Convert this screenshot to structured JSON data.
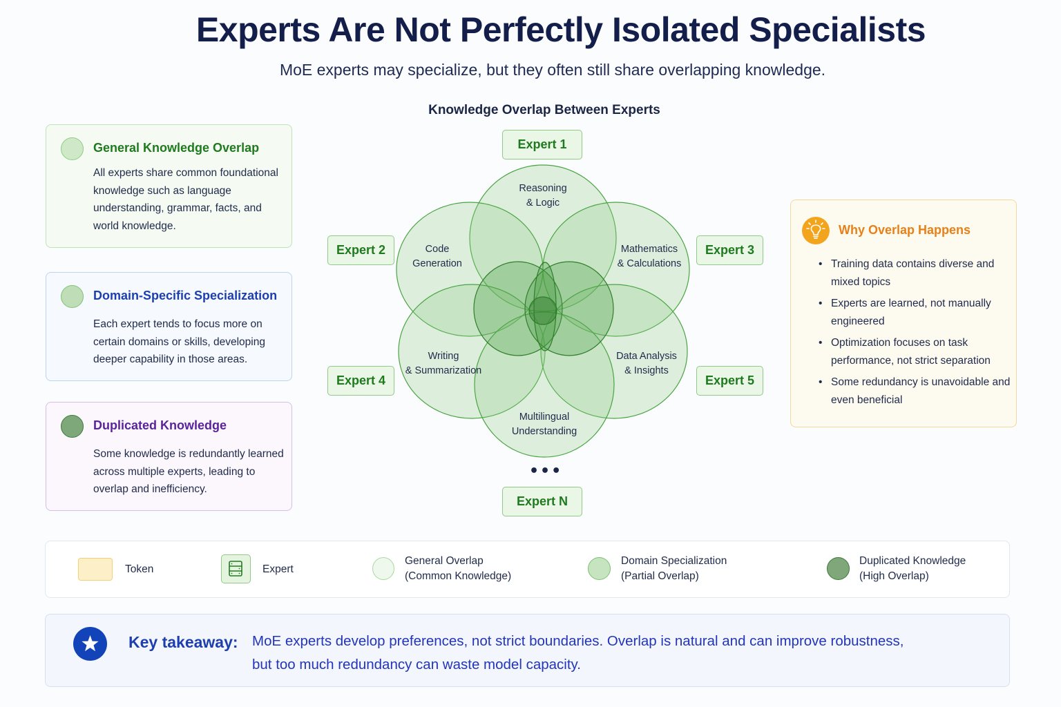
{
  "header": {
    "title": "Experts Are Not Perfectly Isolated Specialists",
    "subtitle": "MoE experts may specialize, but they often still share overlapping knowledge."
  },
  "left_cards": [
    {
      "title": "General Knowledge Overlap",
      "body": "All experts share common foundational knowledge such as language understanding, grammar, facts, and world knowledge.",
      "title_color": "#1f7a1f"
    },
    {
      "title": "Domain-Specific Specialization",
      "body": "Each expert tends to focus more on certain domains or skills, developing deeper capability in those areas.",
      "title_color": "#1d3fae"
    },
    {
      "title": "Duplicated Knowledge",
      "body": "Some knowledge is redundantly learned across multiple experts, leading to overlap and inefficiency.",
      "title_color": "#5a239a"
    }
  ],
  "diagram": {
    "title": "Knowledge Overlap Between Experts",
    "experts": [
      "Expert 1",
      "Expert 2",
      "Expert 3",
      "Expert 4",
      "Expert 5",
      "Expert N"
    ],
    "ellipsis": "•••",
    "areas": [
      {
        "line1": "Reasoning",
        "line2": "& Logic"
      },
      {
        "line1": "Code",
        "line2": "Generation"
      },
      {
        "line1": "Mathematics",
        "line2": "& Calculations"
      },
      {
        "line1": "Writing",
        "line2": "& Summarization"
      },
      {
        "line1": "Data Analysis",
        "line2": "& Insights"
      },
      {
        "line1": "Multilingual",
        "line2": "Understanding"
      }
    ],
    "colors": {
      "fill": "#8fcb87",
      "stroke": "#3f9a3a",
      "text": "#1f7a1f"
    }
  },
  "why_card": {
    "title": "Why Overlap Happens",
    "icon": "lightbulb-icon",
    "items": [
      "Training data contains diverse and mixed topics",
      "Experts are learned, not manually engineered",
      "Optimization focuses on task performance, not strict separation",
      "Some redundancy is unavoidable and even beneficial"
    ]
  },
  "legend": [
    {
      "label": "Token",
      "sublabel": "",
      "icon": "token-swatch"
    },
    {
      "label": "Expert",
      "sublabel": "",
      "icon": "server-icon"
    },
    {
      "label": "General Overlap",
      "sublabel": "(Common Knowledge)",
      "icon": "light-circle"
    },
    {
      "label": "Domain Specialization",
      "sublabel": "(Partial Overlap)",
      "icon": "medium-circle"
    },
    {
      "label": "Duplicated Knowledge",
      "sublabel": "(High Overlap)",
      "icon": "dark-circle"
    }
  ],
  "takeaway": {
    "label": "Key takeaway:",
    "text_line1": "MoE experts develop preferences, not strict boundaries. Overlap is natural and can improve robustness,",
    "text_line2": "but too much redundancy can waste model capacity.",
    "icon": "star-icon"
  }
}
